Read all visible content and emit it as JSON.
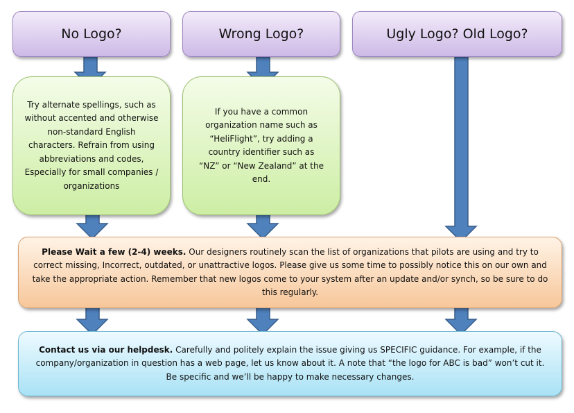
{
  "header": {
    "no_logo": "No Logo?",
    "wrong_logo": "Wrong Logo?",
    "ugly_logo": "Ugly Logo?  Old Logo?"
  },
  "tips": {
    "no_logo_tip": "Try alternate spellings, such as without accented and otherwise non-standard English characters.  Refrain from using abbreviations and codes,  Especially for small companies / organizations",
    "wrong_logo_tip": "If you have a common organization name such  as “HeliFlight”, try adding a country identifier such as “NZ” or “New  Zealand” at the end."
  },
  "wait": {
    "lead": "Please Wait a few (2-4) weeks.",
    "body": " Our designers routinely scan the list of organizations that pilots are using and try to correct missing, Incorrect, outdated, or unattractive logos.  Please give us some time to possibly notice this on our own and take the appropriate action.   Remember that new logos come to your system after an update and/or synch, so be sure to do this regularly."
  },
  "contact": {
    "lead": "Contact us via our helpdesk.",
    "body": "  Carefully and politely explain the issue giving us SPECIFIC guidance.  For example, if the company/organization  in question  has a web page, let us know about it.   A note that “the logo for ABC is bad” won’t cut it.  Be specific and we’ll be happy to make necessary changes."
  },
  "colors": {
    "arrow_fill": "#4f81bd",
    "arrow_stroke": "#385d8a"
  }
}
